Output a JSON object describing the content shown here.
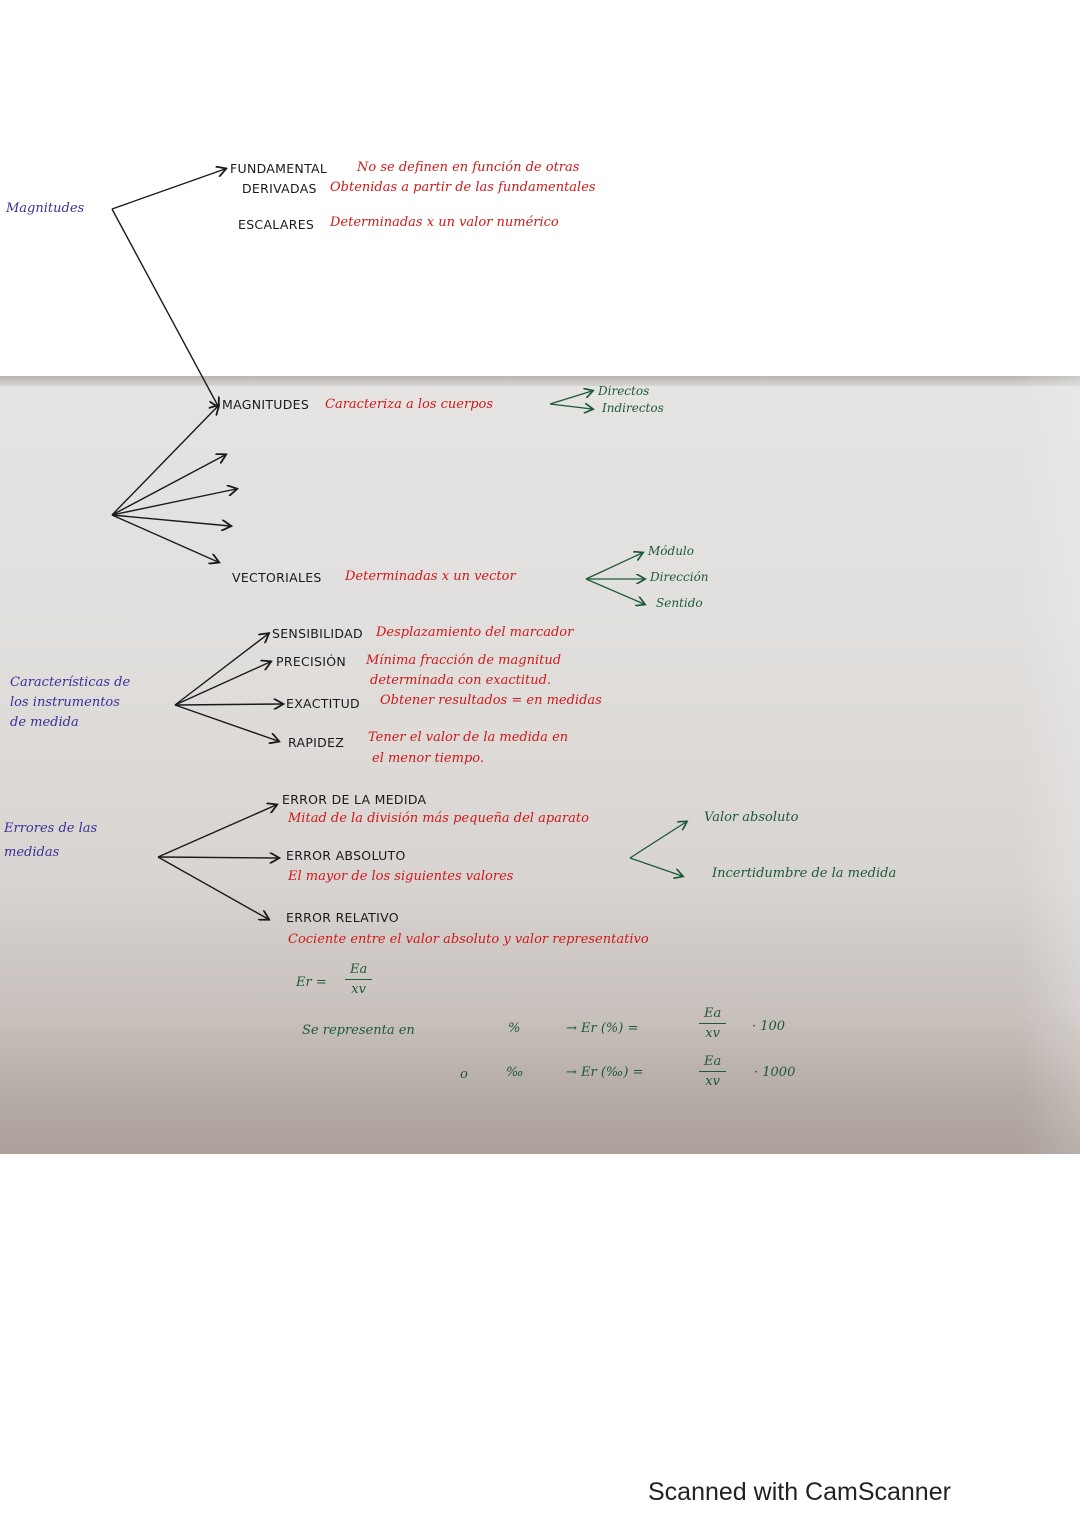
{
  "colors": {
    "black_ink": "#1a1a1a",
    "red_ink": "#d01818",
    "green_ink": "#1d5a36",
    "blue_ink": "#3a2f9a"
  },
  "magnitudes": {
    "root": "Magnitudes",
    "branches": [
      {
        "term": "MAGNITUDES",
        "definition": "Caracteriza a los cuerpos",
        "sub": [
          "Directos",
          "Indirectos"
        ]
      },
      {
        "term": "FUNDAMENTAL",
        "definition": "No se definen en función de otras"
      },
      {
        "term": "DERIVADAS",
        "definition": "Obtenidas a partir de las fundamentales"
      },
      {
        "term": "ESCALARES",
        "definition": "Determinadas x un valor numérico"
      },
      {
        "term": "VECTORIALES",
        "definition": "Determinadas x un vector",
        "sub": [
          "Módulo",
          "Dirección",
          "Sentido"
        ]
      }
    ]
  },
  "instrumentos": {
    "root_lines": [
      "Características de",
      "los instrumentos",
      "de medida"
    ],
    "branches": [
      {
        "term": "SENSIBILIDAD",
        "definition": [
          "Desplazamiento del marcador"
        ]
      },
      {
        "term": "PRECISIÓN",
        "definition": [
          "Mínima fracción de magnitud",
          "determinada con exactitud."
        ]
      },
      {
        "term": "EXACTITUD",
        "definition": [
          "Obtener resultados = en medidas"
        ]
      },
      {
        "term": "RAPIDEZ",
        "definition": [
          "Tener el valor de la medida en",
          "el menor tiempo."
        ]
      }
    ]
  },
  "errores": {
    "root_lines": [
      "Errores de las",
      "medidas"
    ],
    "branches": [
      {
        "term": "ERROR DE LA MEDIDA",
        "definition": "Mitad de la división más pequeña del aparato"
      },
      {
        "term": "ERROR ABSOLUTO",
        "definition": "El mayor de los siguientes valores",
        "sub": [
          "Valor absoluto",
          "Incertidumbre de la medida"
        ]
      },
      {
        "term": "ERROR RELATIVO",
        "definition": "Cociente entre el valor absoluto y valor representativo"
      }
    ],
    "formula": {
      "lhs": "Er =",
      "num": "Ea",
      "den": "xv"
    },
    "represent": {
      "intro": "Se representa en",
      "rows": [
        {
          "prefix": "",
          "unit": "%",
          "lhs": "→ Er (%) =",
          "num": "Ea",
          "den": "xv",
          "factor": "· 100"
        },
        {
          "prefix": "o",
          "unit": "‰",
          "lhs": "→ Er (‰) =",
          "num": "Ea",
          "den": "xv",
          "factor": "· 1000"
        }
      ]
    }
  },
  "watermark": "Scanned with CamScanner"
}
